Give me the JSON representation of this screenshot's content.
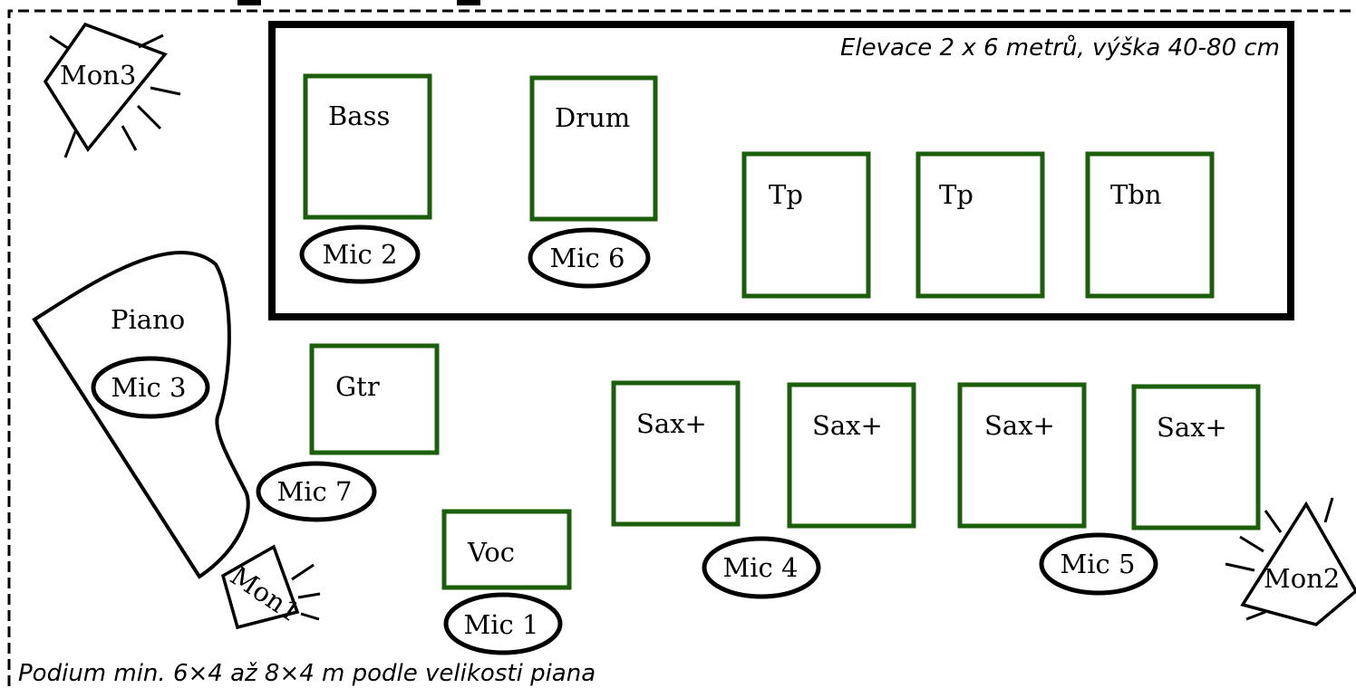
{
  "riser": {
    "caption": "Elevace 2 x 6 metrů, výška 40-80 cm"
  },
  "stage": {
    "caption": "Podium min. 6×4 až 8×4 m podle velikosti piana"
  },
  "colors": {
    "instrument_outline": "#1b5e0b",
    "outline": "#000000"
  },
  "instruments": {
    "bass": "Bass",
    "drum": "Drum",
    "tp1": "Tp",
    "tp2": "Tp",
    "tbn": "Tbn",
    "piano": "Piano",
    "gtr": "Gtr",
    "voc": "Voc",
    "sax1": "Sax+",
    "sax2": "Sax+",
    "sax3": "Sax+",
    "sax4": "Sax+"
  },
  "mics": {
    "mic1": "Mic 1",
    "mic2": "Mic 2",
    "mic3": "Mic 3",
    "mic4": "Mic 4",
    "mic5": "Mic 5",
    "mic6": "Mic 6",
    "mic7": "Mic 7"
  },
  "monitors": {
    "mon1": "Mon1",
    "mon2": "Mon2",
    "mon3": "Mon3"
  }
}
